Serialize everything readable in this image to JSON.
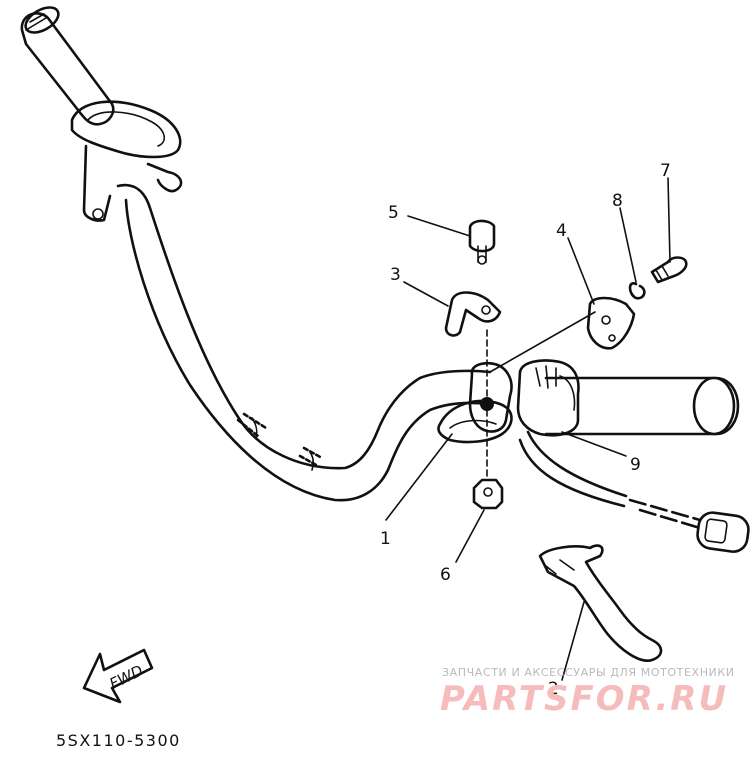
{
  "diagram": {
    "reference_code": "5SX110-5300",
    "direction_label": "FWD",
    "callouts": [
      {
        "id": "1",
        "text": "1"
      },
      {
        "id": "2",
        "text": "2"
      },
      {
        "id": "3",
        "text": "3"
      },
      {
        "id": "4",
        "text": "4"
      },
      {
        "id": "5",
        "text": "5"
      },
      {
        "id": "6",
        "text": "6"
      },
      {
        "id": "7",
        "text": "7"
      },
      {
        "id": "8",
        "text": "8"
      },
      {
        "id": "9",
        "text": "9"
      }
    ]
  },
  "watermark": {
    "caption": "ЗАПЧАСТИ И АКСЕССУАРЫ ДЛЯ МОТОТЕХНИКИ",
    "site": "PARTSFOR.RU"
  },
  "colors": {
    "ink": "#111111",
    "watermark_red": "#f6bcbc",
    "watermark_gray": "#b9b9b9"
  }
}
